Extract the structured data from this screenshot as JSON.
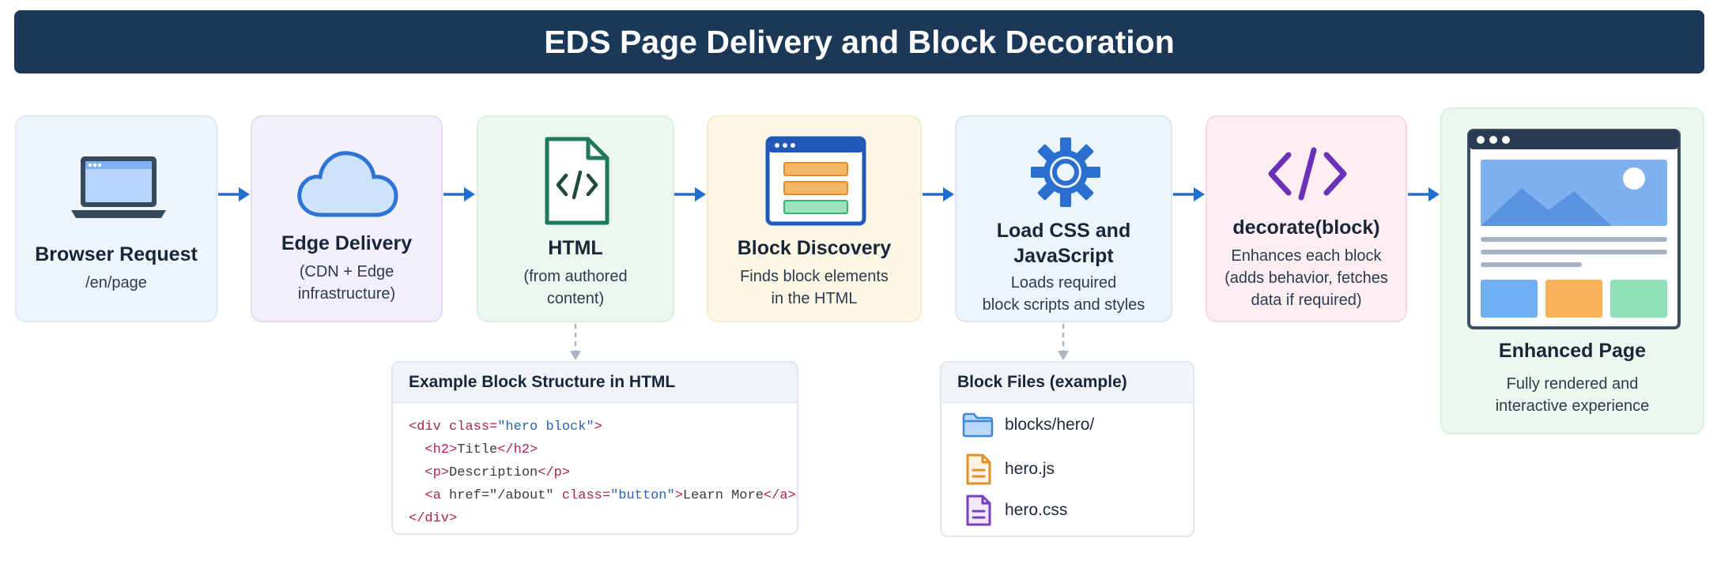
{
  "title": "EDS Page Delivery and Block Decoration",
  "steps": [
    {
      "title": "Browser Request",
      "subtitle": [
        "/en/page"
      ],
      "icon": "laptop-icon"
    },
    {
      "title": "Edge Delivery",
      "subtitle": [
        "(CDN + Edge",
        "infrastructure)"
      ],
      "icon": "cloud-icon"
    },
    {
      "title": "HTML",
      "subtitle": [
        "(from authored",
        "content)"
      ],
      "icon": "html-file-icon"
    },
    {
      "title": "Block Discovery",
      "subtitle": [
        "Finds block elements",
        "in the HTML"
      ],
      "icon": "browser-blocks-icon"
    },
    {
      "title": [
        "Load CSS and",
        "JavaScript"
      ],
      "subtitle": [
        "Loads required",
        "block scripts and styles"
      ],
      "icon": "gear-icon"
    },
    {
      "title": "decorate(block)",
      "subtitle": [
        "Enhances each block",
        "(adds behavior, fetches",
        "data if required)"
      ],
      "icon": "code-icon"
    },
    {
      "title": "Enhanced Page",
      "subtitle": [
        "Fully rendered and",
        "interactive experience"
      ],
      "icon": "web-page-icon"
    }
  ],
  "example_panel": {
    "title": "Example Block Structure in HTML",
    "lines": [
      {
        "t1": "<div ",
        "a1": "class=",
        "s1": "\"hero block\"",
        "t2": ">"
      },
      {
        "t1": "  <h2>",
        "txt": "Title",
        "t2": "</h2>"
      },
      {
        "t1": "  <p>",
        "txt": "Description",
        "t2": "</p>"
      },
      {
        "t1": "  <a ",
        "plain": "href=\"/about\" ",
        "a1": "class=",
        "s1": "\"button\"",
        "t2": ">",
        "txt": "Learn More",
        "t3": "</a>"
      },
      {
        "t1": "</div>"
      }
    ]
  },
  "files_panel": {
    "title": "Block Files (example)",
    "files": [
      {
        "name": "blocks/hero/",
        "icon": "folder-icon",
        "color": "#4a90e2"
      },
      {
        "name": "hero.js",
        "icon": "js-file-icon",
        "color": "#e0902a"
      },
      {
        "name": "hero.css",
        "icon": "css-file-icon",
        "color": "#7a3fc4"
      }
    ]
  },
  "colors": {
    "title_bg": "#1c3858",
    "arrow": "#1f6fd1"
  }
}
